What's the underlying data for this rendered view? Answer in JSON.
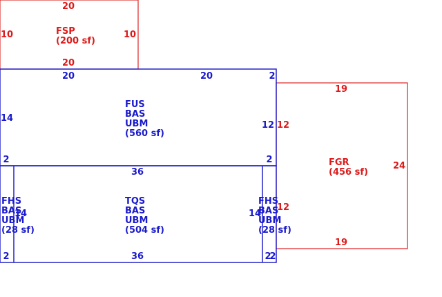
{
  "fsp": {
    "top": "20",
    "left": "10",
    "right": "10",
    "bottom": "20",
    "code": "FSP",
    "area": "(200 sf)",
    "color": "#dd2222"
  },
  "fus": {
    "top_left": "20",
    "top_mid": "20",
    "top_right": "2",
    "left": "14",
    "right": "12",
    "bottom_left": "2",
    "bottom_right": "2",
    "lines": [
      "FUS",
      "BAS",
      "UBM",
      "(560 sf)"
    ],
    "color": "#2222cc"
  },
  "fgr": {
    "top": "19",
    "left_upper": "12",
    "left_lower": "12",
    "right": "24",
    "bottom": "19",
    "code": "FGR",
    "area": "(456 sf)",
    "color": "#dd2222"
  },
  "tqs": {
    "top": "36",
    "bottom": "36",
    "lines": [
      "TQS",
      "BAS",
      "UBM",
      "(504 sf)"
    ]
  },
  "fhs_left": {
    "side": "14",
    "bottom": "2",
    "lines": [
      "FHS",
      "BAS",
      "UBM",
      "(28 sf)"
    ]
  },
  "fhs_right": {
    "side": "14",
    "bottom_a": "2",
    "bottom_b": "2",
    "lines": [
      "FHS",
      "BAS",
      "UBM",
      "(28 sf)"
    ]
  }
}
